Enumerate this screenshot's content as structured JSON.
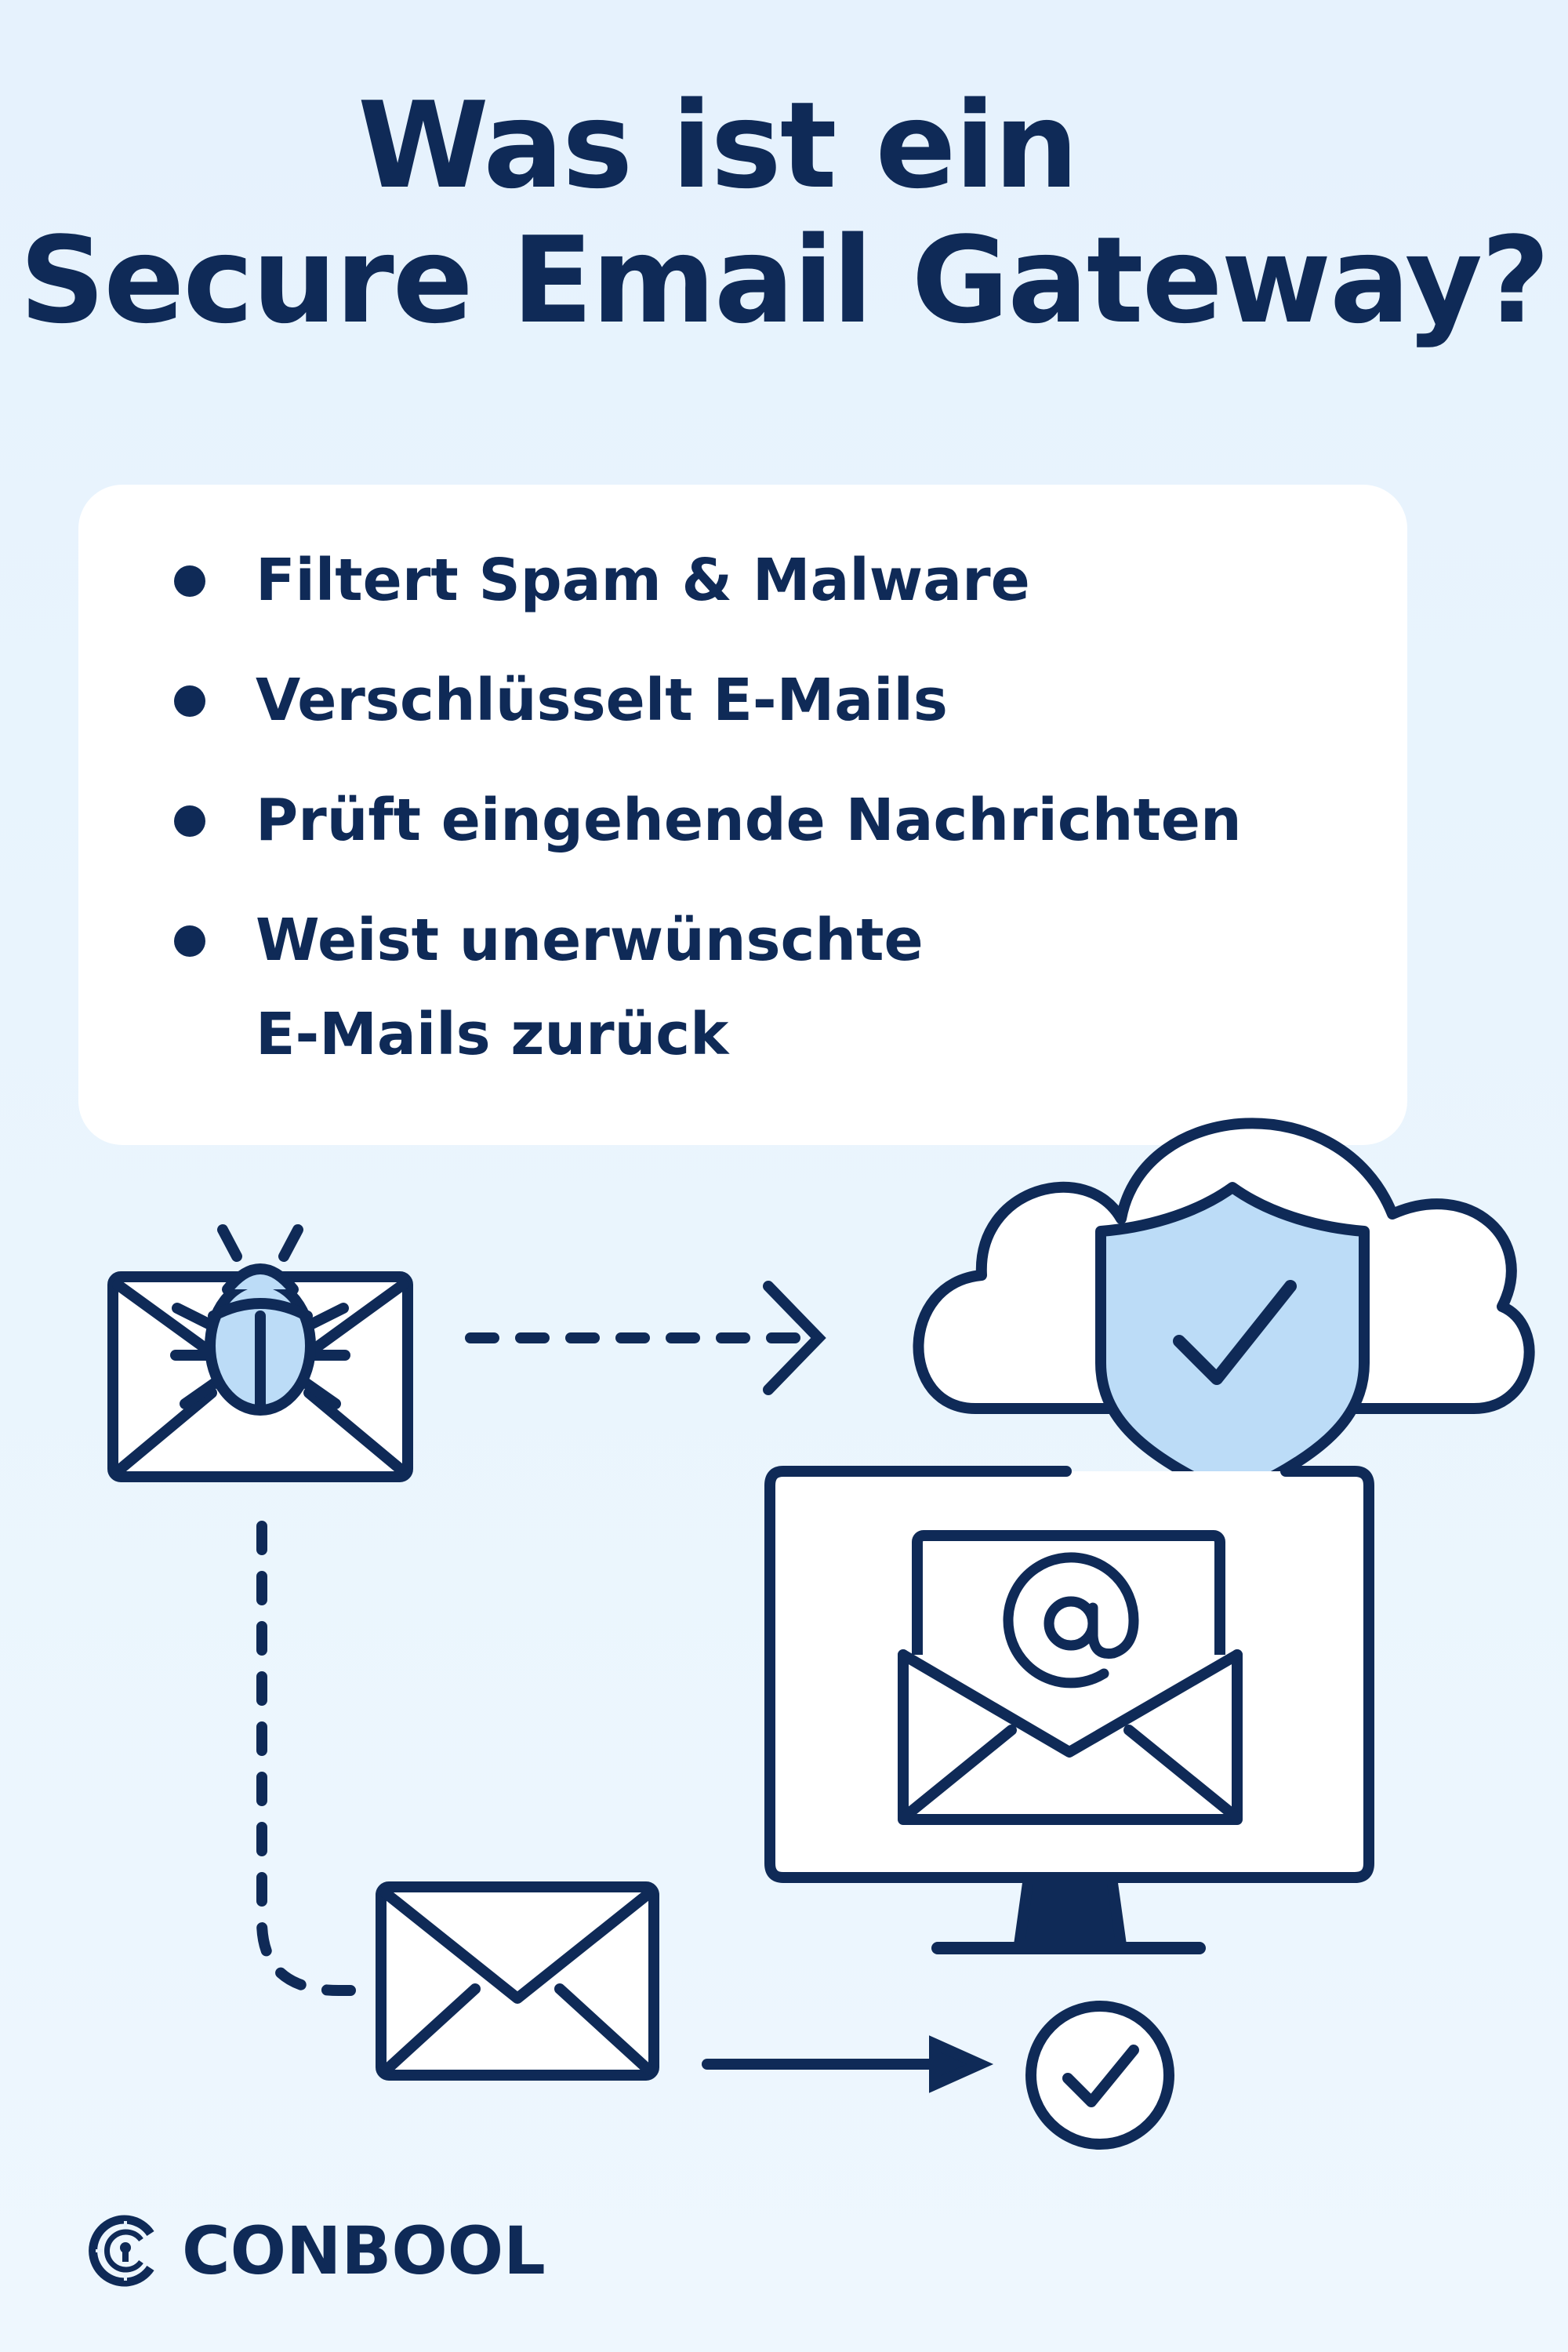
{
  "title": {
    "line1": "Was ist ein",
    "line2": "Secure Email Gateway?"
  },
  "features": [
    "Filtert Spam & Malware",
    "Verschlüsselt E-Mails",
    "Prüft eingehende Nachrichten",
    "Weist unerwünschte\nE-Mails zurück"
  ],
  "icons": [
    "bug-email-icon",
    "dashed-arrow-right-icon",
    "cloud-shield-check-icon",
    "monitor-email-at-icon",
    "dashed-arrow-down-icon",
    "clean-email-icon",
    "arrow-right-icon",
    "check-circle-icon",
    "conbool-logo-icon"
  ],
  "brand": {
    "name": "CONBOOL",
    "colors": {
      "primary": "#0f2a57",
      "accent": "#bcdcf7",
      "background": "#e6f2fd",
      "card": "#ffffff"
    }
  }
}
